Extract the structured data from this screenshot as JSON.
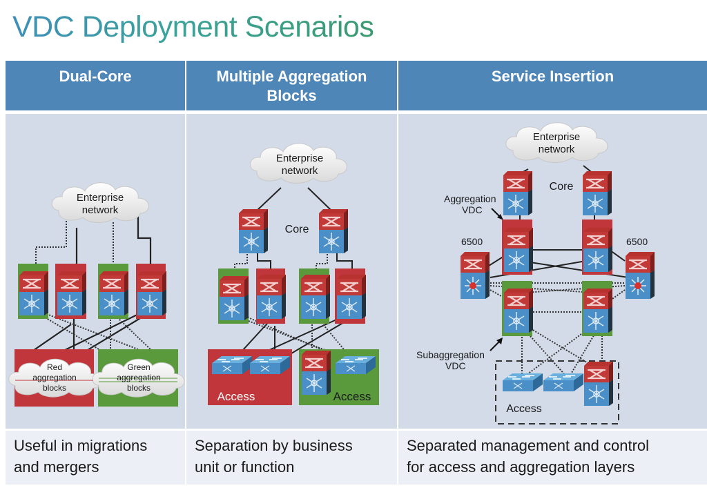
{
  "title": "VDC Deployment  Scenarios",
  "columns": [
    {
      "header": "Dual-Core",
      "description_lines": [
        "Useful in migrations",
        "and mergers"
      ],
      "diagram": {
        "cloud_label": [
          "Enterprise",
          "network"
        ],
        "red_block_label": [
          "Red",
          "aggregation",
          "blocks"
        ],
        "green_block_label": [
          "Green",
          "aggregation",
          "blocks"
        ]
      }
    },
    {
      "header_lines": [
        "Multiple Aggregation",
        "Blocks"
      ],
      "description_lines": [
        "Separation  by business",
        "unit or function"
      ],
      "diagram": {
        "cloud_label": [
          "Enterprise",
          "network"
        ],
        "core_label": "Core",
        "access_red_label": "Access",
        "access_green_label": "Access"
      }
    },
    {
      "header": "Service Insertion",
      "description_lines": [
        "Separated management  and control",
        "for access and aggregation  layers"
      ],
      "diagram": {
        "cloud_label": [
          "Enterprise",
          "network"
        ],
        "core_label": "Core",
        "aggregation_vdc_label": [
          "Aggregation",
          "VDC"
        ],
        "left_6500_label": "6500",
        "right_6500_label": "6500",
        "subaggregation_vdc_label": [
          "Subaggregation",
          "VDC"
        ],
        "access_label": "Access"
      }
    }
  ],
  "colors": {
    "header_bg": "#4f86b8",
    "body_bg": "#d3dbe9",
    "footer_bg": "#eceff6",
    "red_vdc": "#c0363a",
    "green_vdc": "#5a9a3c",
    "switch_blue": "#4a8fc7",
    "switch_red": "#b8322f"
  }
}
